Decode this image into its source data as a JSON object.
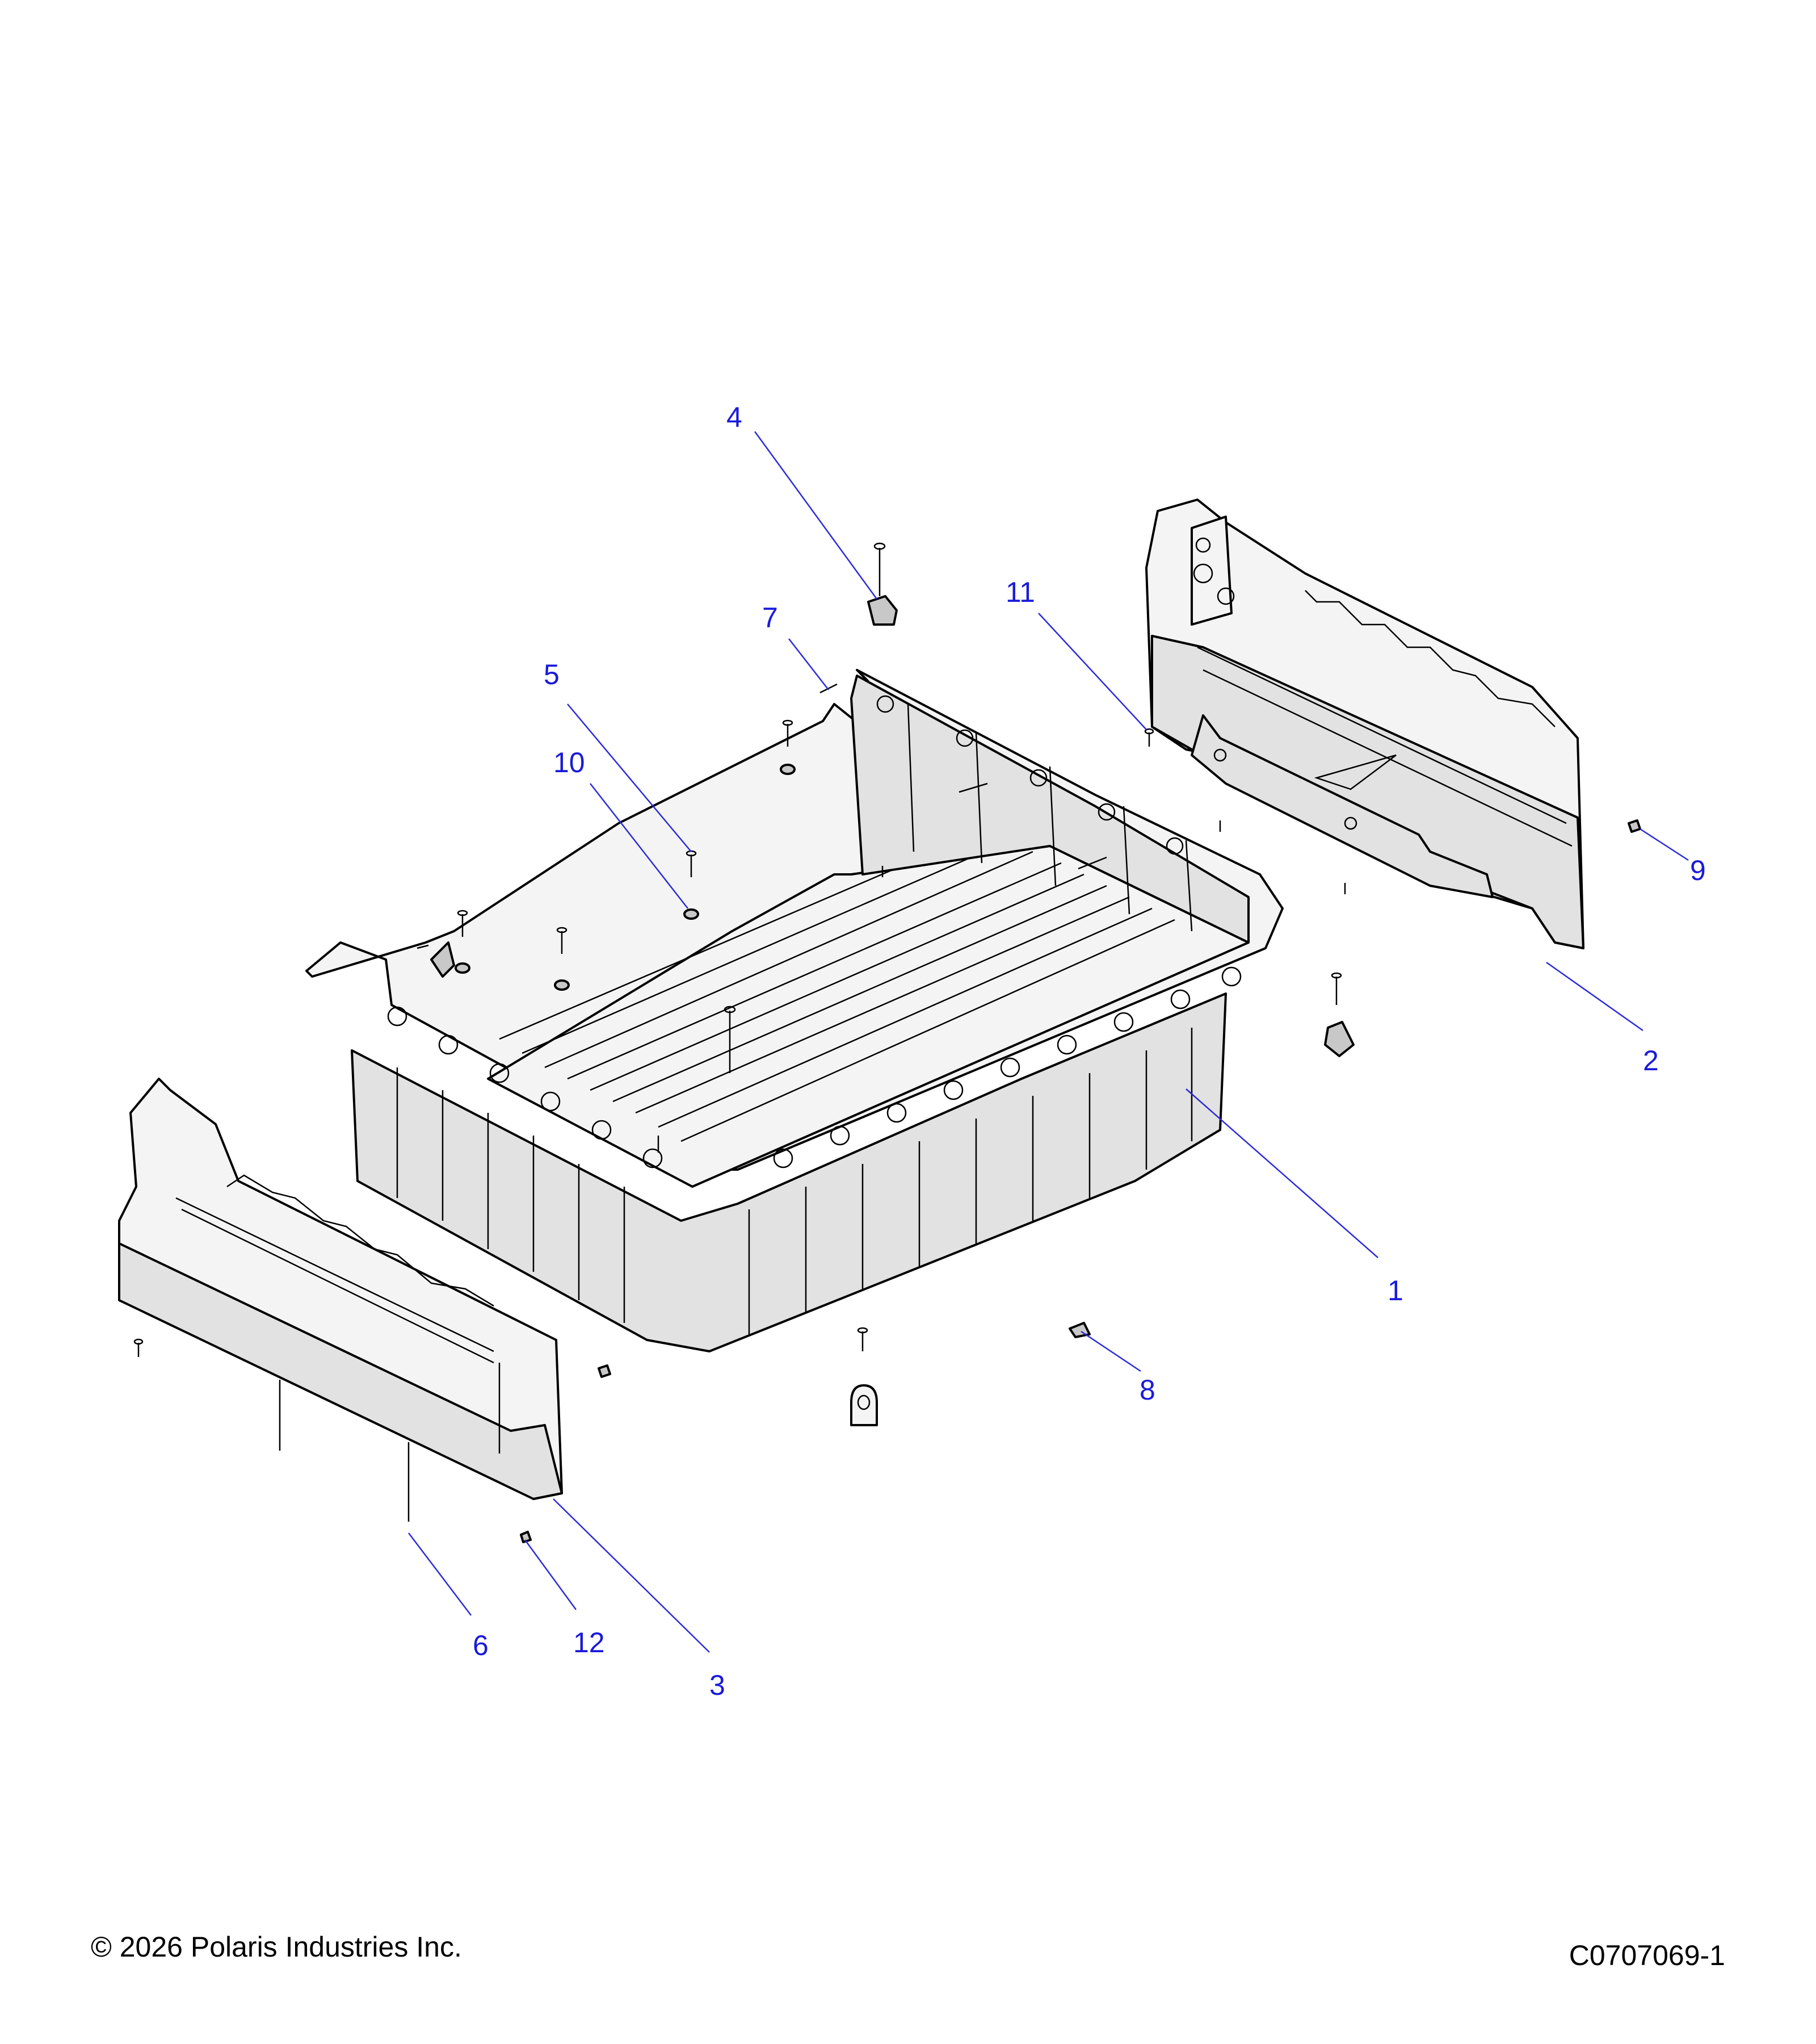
{
  "callouts": [
    {
      "label": "1"
    },
    {
      "label": "2"
    },
    {
      "label": "3"
    },
    {
      "label": "4"
    },
    {
      "label": "5"
    },
    {
      "label": "6"
    },
    {
      "label": "7"
    },
    {
      "label": "8"
    },
    {
      "label": "9"
    },
    {
      "label": "10"
    },
    {
      "label": "11"
    },
    {
      "label": "12"
    }
  ],
  "footer": {
    "copyright": "© 2026 Polaris Industries Inc.",
    "drawing_number": "C0707069-1"
  },
  "colors": {
    "callout": "#1a1adb",
    "line_art": "#000000",
    "background": "#ffffff"
  }
}
